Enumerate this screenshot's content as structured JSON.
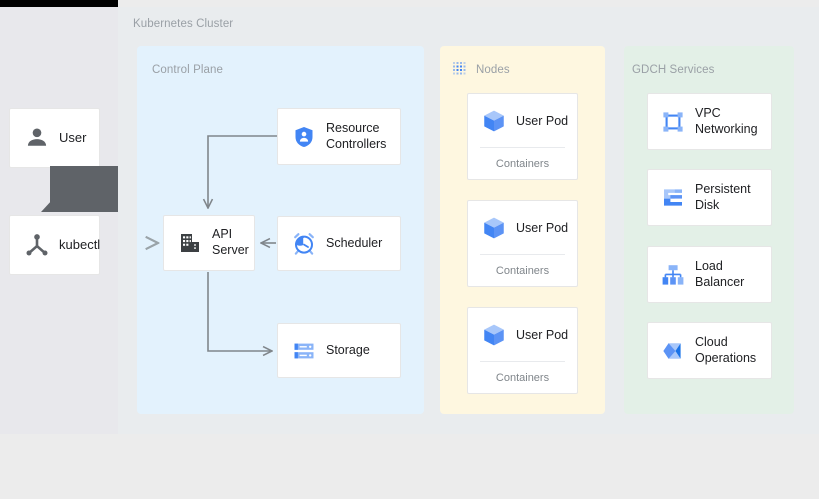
{
  "diagram": {
    "title": "Kubernetes Cluster",
    "background_color": "#E9ECEE",
    "left_pane_color": "#E8E8EC"
  },
  "regions": [
    {
      "id": "control",
      "label": "Control Plane",
      "color": "#E3F2FD",
      "icon": ""
    },
    {
      "id": "nodes",
      "label": "Nodes",
      "color": "#FEF7E0",
      "icon": "dotted-grid-icon"
    },
    {
      "id": "gdch",
      "label": "GDCH Services",
      "color": "#E3F0E7",
      "icon": ""
    }
  ],
  "entities": [
    {
      "id": "user",
      "label": "User",
      "icon": "user-icon"
    },
    {
      "id": "kubectl",
      "label": "kubectl",
      "icon": "kubectl-icon"
    }
  ],
  "control_plane": {
    "components": [
      {
        "id": "api-server",
        "label": "API\nServer",
        "icon": "api-server-icon"
      },
      {
        "id": "resource-controllers",
        "label": "Resource\nControllers",
        "icon": "shield-person-icon"
      },
      {
        "id": "scheduler",
        "label": "Scheduler",
        "icon": "alarm-clock-icon"
      },
      {
        "id": "storage",
        "label": "Storage",
        "icon": "server-rack-icon"
      }
    ]
  },
  "nodes": {
    "pods": [
      {
        "id": "pod-1",
        "title": "User Pod",
        "footer": "Containers",
        "icon": "cube-icon"
      },
      {
        "id": "pod-2",
        "title": "User Pod",
        "footer": "Containers",
        "icon": "cube-icon"
      },
      {
        "id": "pod-3",
        "title": "User Pod",
        "footer": "Containers",
        "icon": "cube-icon"
      }
    ]
  },
  "gdch_services": {
    "services": [
      {
        "id": "vpc-networking",
        "label": "VPC\nNetworking",
        "icon": "vpc-networking-icon"
      },
      {
        "id": "persistent-disk",
        "label": "Persistent\nDisk",
        "icon": "persistent-disk-icon"
      },
      {
        "id": "load-balancer",
        "label": "Load\nBalancer",
        "icon": "load-balancer-icon"
      },
      {
        "id": "cloud-operations",
        "label": "Cloud\nOperations",
        "icon": "cloud-operations-icon"
      }
    ]
  },
  "connectors": [
    {
      "from": "kubectl",
      "to": "api-server"
    },
    {
      "from": "resource-controllers",
      "to": "api-server"
    },
    {
      "from": "scheduler",
      "to": "api-server"
    },
    {
      "from": "api-server",
      "to": "storage"
    }
  ],
  "colors": {
    "accent_blue": "#4285F4",
    "icon_dark": "#3C4043",
    "label_gray": "#9AA0A6",
    "text_dark": "#202124",
    "connector_gray": "#80868B",
    "overlay_gray": "#5F6368"
  }
}
